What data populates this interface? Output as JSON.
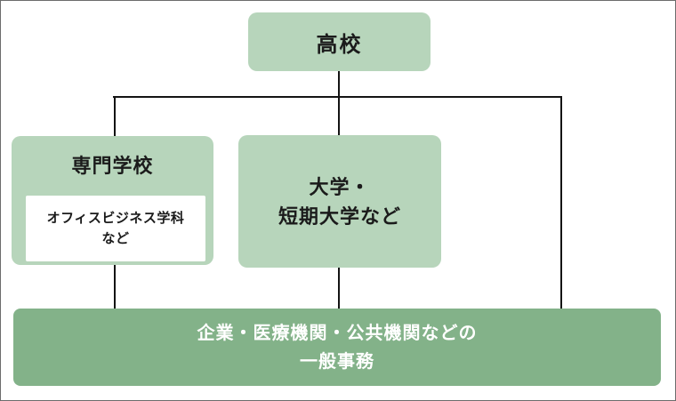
{
  "diagram": {
    "top_box": {
      "label": "高校"
    },
    "left_box": {
      "title": "専門学校",
      "note_line1": "オフィスビジネス学科",
      "note_line2": "など"
    },
    "center_box": {
      "line1": "大学・",
      "line2": "短期大学など"
    },
    "bottom_box": {
      "line1": "企業・医療機関・公共機関などの",
      "line2": "一般事務"
    },
    "colors": {
      "box_light_green": "#b7d5bb",
      "box_dark_green": "#83b289",
      "connector_black": "#141414",
      "note_background": "#ffffff",
      "page_border_gray": "#6c6c6c",
      "bottom_text_white": "#ffffff"
    }
  }
}
